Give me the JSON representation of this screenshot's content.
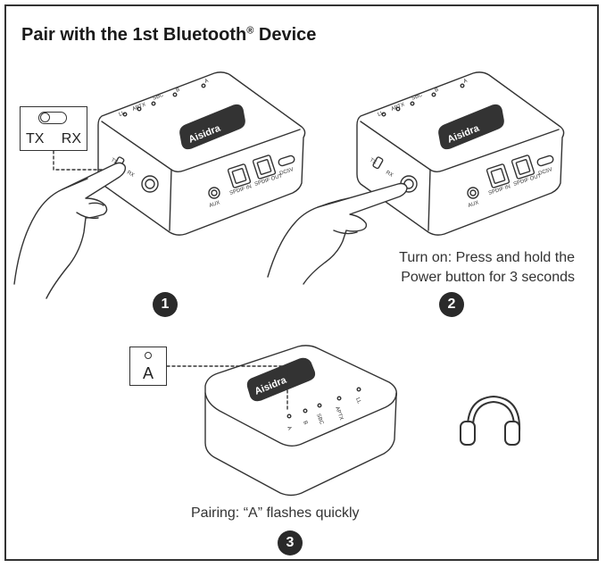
{
  "title": {
    "text": "Pair with the 1st Bluetooth",
    "mark": "®",
    "suffix": " Device"
  },
  "switch_callout": {
    "tx": "TX",
    "rx": "RX"
  },
  "led_callout": {
    "label": "A"
  },
  "brand": "Aisidra",
  "device_labels": {
    "leds": [
      "A",
      "B",
      "SBC",
      "APTX",
      "LL"
    ],
    "ports": [
      "AUX",
      "SPDIF IN",
      "SPDIF OUT",
      "DC5V"
    ],
    "switch_tx": "TX",
    "switch_rx": "RX"
  },
  "steps": [
    {
      "number": "1"
    },
    {
      "number": "2",
      "caption_line1": "Turn on: Press and hold the",
      "caption_line2": "Power button for 3 seconds"
    },
    {
      "number": "3",
      "caption_line1": "Pairing: “A” flashes quickly"
    }
  ],
  "icons": [
    "headphones-icon",
    "hand-icon"
  ]
}
